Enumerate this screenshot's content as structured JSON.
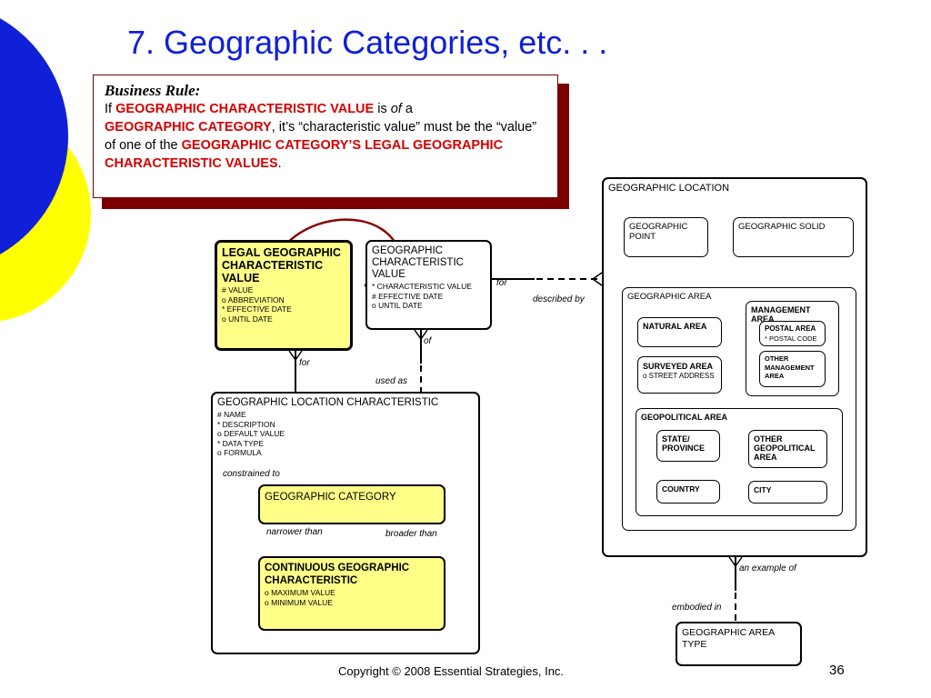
{
  "slide": {
    "title": "7.  Geographic Categories, etc. . .",
    "footer": "Copyright © 2008 Essential Strategies, Inc.",
    "page_number": "36"
  },
  "colors": {
    "title": "#1020d8",
    "highlight": "#d40000",
    "rule_shadow": "#7a0000",
    "entity_yellow": "#ffff88",
    "circle_blue": "#1020d8",
    "circle_yellow": "#ffff00"
  },
  "business_rule": {
    "heading": "Business Rule:",
    "t1": "If ",
    "h1": "GEOGRAPHIC CHARACTERISTIC VALUE",
    "t2": " is ",
    "t2b": "of",
    "t2c": " a",
    "h2": "GEOGRAPHIC CATEGORY",
    "t3": ", it’s “characteristic value” must be the “value” of one of the ",
    "h3": "GEOGRAPHIC CATEGORY’S   LEGAL GEOGRAPHIC CHARACTERISTIC VALUES",
    "t4": "."
  },
  "entities": {
    "legal": {
      "name": "LEGAL GEOGRAPHIC CHARACTERISTIC VALUE",
      "attrs": [
        "#  VALUE",
        "o  ABBREVIATION",
        "*  EFFECTIVE DATE",
        "o  UNTIL DATE"
      ]
    },
    "gcv": {
      "name": "GEOGRAPHIC CHARACTERISTIC VALUE",
      "attrs": [
        "*  CHARACTERISTIC VALUE",
        "#  EFFECTIVE DATE",
        "o  UNTIL DATE"
      ]
    },
    "glc": {
      "name": "GEOGRAPHIC LOCATION CHARACTERISTIC",
      "attrs": [
        "#  NAME",
        "*  DESCRIPTION",
        "o  DEFAULT VALUE",
        "*  DATA TYPE",
        "o  FORMULA"
      ]
    },
    "category": {
      "name": "GEOGRAPHIC CATEGORY"
    },
    "continuous": {
      "name": "CONTINUOUS GEOGRAPHIC CHARACTERISTIC",
      "attrs": [
        "o  MAXIMUM VALUE",
        "o  MINIMUM VALUE"
      ]
    },
    "location": {
      "name": "GEOGRAPHIC LOCATION"
    },
    "point": {
      "name": "GEOGRAPHIC POINT"
    },
    "solid": {
      "name": "GEOGRAPHIC SOLID"
    },
    "area": {
      "name": "GEOGRAPHIC AREA"
    },
    "natural": {
      "name": "NATURAL AREA"
    },
    "management": {
      "name": "MANAGEMENT AREA"
    },
    "postal": {
      "name": "POSTAL AREA",
      "attrs": [
        "*  POSTAL CODE"
      ]
    },
    "other_mgmt": {
      "name": "OTHER MANAGEMENT AREA"
    },
    "surveyed": {
      "name": "SURVEYED AREA",
      "attrs": [
        "o  STREET ADDRESS"
      ]
    },
    "geopolitical": {
      "name": "GEOPOLITICAL AREA"
    },
    "state": {
      "name": "STATE/ PROVINCE"
    },
    "other_geo": {
      "name": "OTHER GEOPOLITICAL AREA"
    },
    "country": {
      "name": "COUNTRY"
    },
    "city": {
      "name": "CITY"
    },
    "area_type": {
      "name": "GEOGRAPHIC AREA TYPE"
    }
  },
  "relationship_labels": {
    "for_gcv": "for",
    "described_by": "described by",
    "of": "of",
    "for_legal": "for",
    "used_as": "used as",
    "constrained_to": "constrained to",
    "narrower_than": "narrower than",
    "broader_than": "broader than",
    "an_example_of": "an example of",
    "embodied_in": "embodied in"
  }
}
